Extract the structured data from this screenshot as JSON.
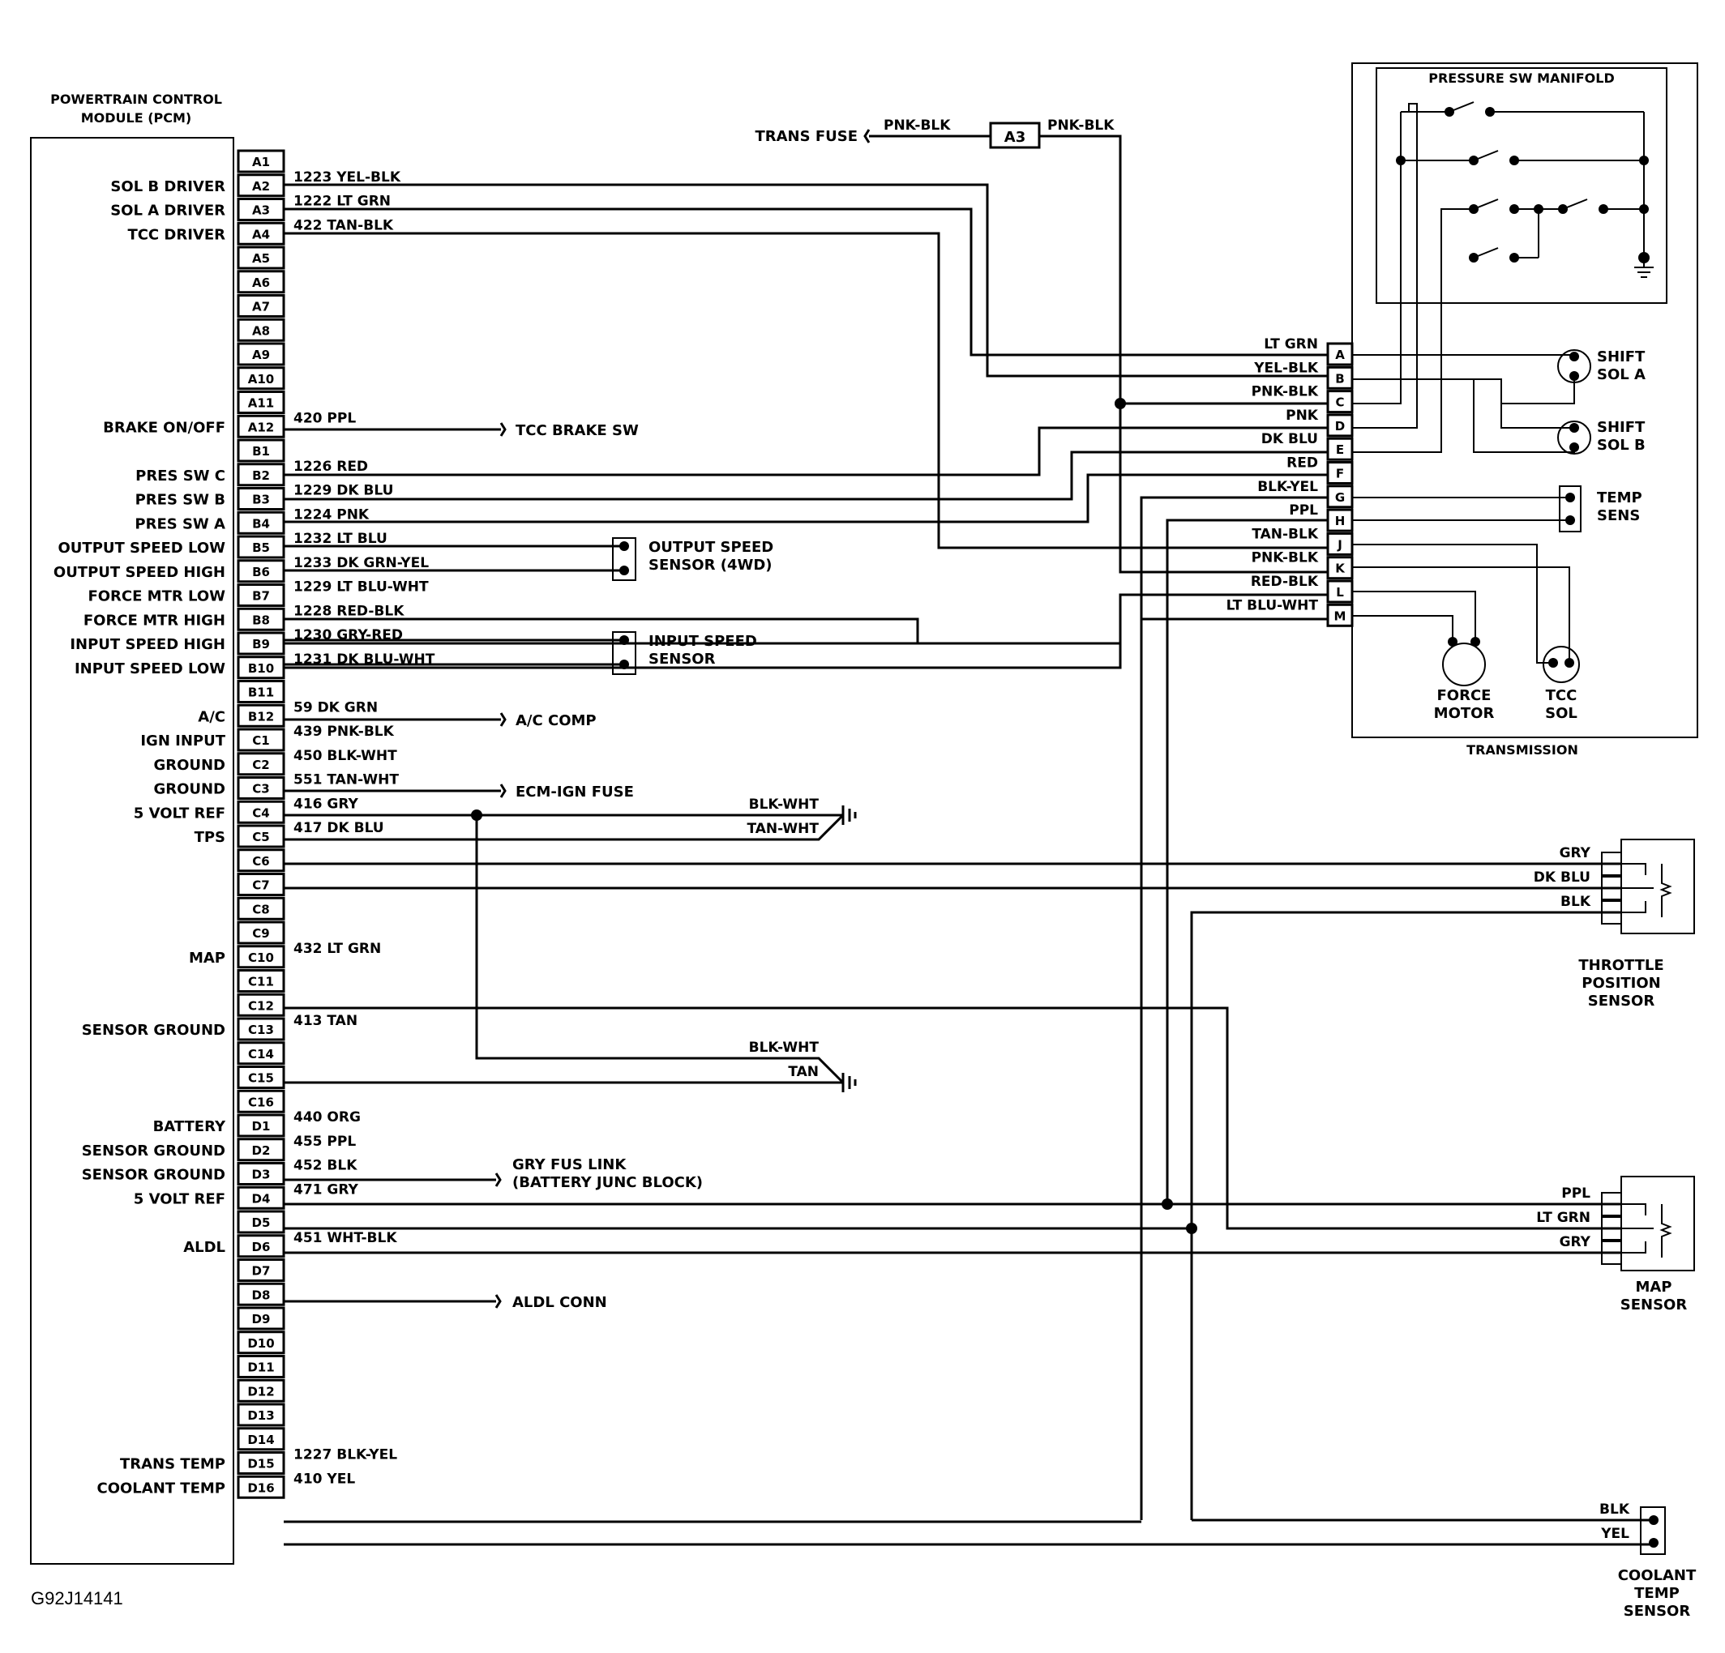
{
  "pcm": {
    "title_line1": "POWERTRAIN CONTROL",
    "title_line2": "MODULE (PCM)",
    "pins": [
      "A1",
      "A2",
      "A3",
      "A4",
      "A5",
      "A6",
      "A7",
      "A8",
      "A9",
      "A10",
      "A11",
      "A12",
      "B1",
      "B2",
      "B3",
      "B4",
      "B5",
      "B6",
      "B7",
      "B8",
      "B9",
      "B10",
      "B11",
      "B12",
      "C1",
      "C2",
      "C3",
      "C4",
      "C5",
      "C6",
      "C7",
      "C8",
      "C9",
      "C10",
      "C11",
      "C12",
      "C13",
      "C14",
      "C15",
      "C16",
      "D1",
      "D2",
      "D3",
      "D4",
      "D5",
      "D6",
      "D7",
      "D8",
      "D9",
      "D10",
      "D11",
      "D12",
      "D13",
      "D14",
      "D15",
      "D16"
    ],
    "functions": [
      {
        "pin": "A2",
        "text": "SOL B DRIVER"
      },
      {
        "pin": "A3",
        "text": "SOL A DRIVER"
      },
      {
        "pin": "A4",
        "text": "TCC DRIVER"
      },
      {
        "pin": "A12",
        "text": "BRAKE ON/OFF"
      },
      {
        "pin": "B2",
        "text": "PRES SW C"
      },
      {
        "pin": "B3",
        "text": "PRES SW B"
      },
      {
        "pin": "B4",
        "text": "PRES SW A"
      },
      {
        "pin": "B5",
        "text": "OUTPUT SPEED LOW"
      },
      {
        "pin": "B6",
        "text": "OUTPUT SPEED HIGH"
      },
      {
        "pin": "B7",
        "text": "FORCE MTR LOW"
      },
      {
        "pin": "B8",
        "text": "FORCE MTR HIGH"
      },
      {
        "pin": "B9",
        "text": "INPUT SPEED HIGH"
      },
      {
        "pin": "B10",
        "text": "INPUT SPEED LOW"
      },
      {
        "pin": "B12",
        "text": "A/C"
      },
      {
        "pin": "C1",
        "text": "IGN INPUT"
      },
      {
        "pin": "C2",
        "text": "GROUND"
      },
      {
        "pin": "C3",
        "text": "GROUND"
      },
      {
        "pin": "C4",
        "text": "5 VOLT REF"
      },
      {
        "pin": "C5",
        "text": "TPS"
      },
      {
        "pin": "C10",
        "text": "MAP"
      },
      {
        "pin": "C13",
        "text": "SENSOR GROUND"
      },
      {
        "pin": "D1",
        "text": "BATTERY"
      },
      {
        "pin": "D2",
        "text": "SENSOR GROUND"
      },
      {
        "pin": "D3",
        "text": "SENSOR GROUND"
      },
      {
        "pin": "D4",
        "text": "5 VOLT REF"
      },
      {
        "pin": "D6",
        "text": "ALDL"
      },
      {
        "pin": "D15",
        "text": "TRANS TEMP"
      },
      {
        "pin": "D16",
        "text": "COOLANT TEMP"
      }
    ],
    "wire_labels": [
      {
        "pin": "A2",
        "text": "1223 YEL-BLK"
      },
      {
        "pin": "A3",
        "text": "1222 LT GRN"
      },
      {
        "pin": "A4",
        "text": "422 TAN-BLK"
      },
      {
        "pin": "A12",
        "text": "420 PPL"
      },
      {
        "pin": "B2",
        "text": "1226 RED"
      },
      {
        "pin": "B3",
        "text": "1229 DK BLU"
      },
      {
        "pin": "B4",
        "text": "1224 PNK"
      },
      {
        "pin": "B5",
        "text": "1232 LT BLU"
      },
      {
        "pin": "B6",
        "text": "1233 DK GRN-YEL"
      },
      {
        "pin": "B7",
        "text": "1229 LT BLU-WHT"
      },
      {
        "pin": "B8",
        "text": "1228 RED-BLK"
      },
      {
        "pin": "B9",
        "text": "1230 GRY-RED"
      },
      {
        "pin": "B10",
        "text": "1231 DK BLU-WHT"
      },
      {
        "pin": "B12",
        "text": "59 DK GRN"
      },
      {
        "pin": "C1",
        "text": "439 PNK-BLK"
      },
      {
        "pin": "C2",
        "text": "450 BLK-WHT"
      },
      {
        "pin": "C3",
        "text": "551 TAN-WHT"
      },
      {
        "pin": "C4",
        "text": "416 GRY"
      },
      {
        "pin": "C5",
        "text": "417 DK BLU"
      },
      {
        "pin": "C10",
        "text": "432 LT GRN"
      },
      {
        "pin": "C13",
        "text": "413 TAN"
      },
      {
        "pin": "D1",
        "text": "440 ORG"
      },
      {
        "pin": "D2",
        "text": "455 PPL"
      },
      {
        "pin": "D3",
        "text": "452 BLK"
      },
      {
        "pin": "D4",
        "text": "471 GRY"
      },
      {
        "pin": "D6",
        "text": "451 WHT-BLK"
      },
      {
        "pin": "D15",
        "text": "1227 BLK-YEL"
      },
      {
        "pin": "D16",
        "text": "410 YEL"
      }
    ]
  },
  "destinations": {
    "tcc_brake_sw": "TCC BRAKE SW",
    "ac_comp": "A/C COMP",
    "ecm_ign_fuse": "ECM-IGN FUSE",
    "gry_fus_link_1": "GRY FUS LINK",
    "gry_fus_link_2": "(BATTERY JUNC BLOCK)",
    "aldl_conn": "ALDL CONN",
    "output_speed_1": "OUTPUT SPEED",
    "output_speed_2": "SENSOR (4WD)",
    "input_speed_1": "INPUT SPEED",
    "input_speed_2": "SENSOR",
    "gnd1_a": "BLK-WHT",
    "gnd1_b": "TAN-WHT",
    "gnd2_a": "BLK-WHT",
    "gnd2_b": "TAN"
  },
  "trans_fuse": {
    "label": "TRANS FUSE",
    "wire_in": "PNK-BLK",
    "fuse": "A3",
    "wire_out": "PNK-BLK"
  },
  "transmission": {
    "title": "TRANSMISSION",
    "manifold": "PRESSURE SW MANIFOLD",
    "pins": [
      "A",
      "B",
      "C",
      "D",
      "E",
      "F",
      "G",
      "H",
      "J",
      "K",
      "L",
      "M"
    ],
    "wires": [
      "LT GRN",
      "YEL-BLK",
      "PNK-BLK",
      "PNK",
      "DK BLU",
      "RED",
      "BLK-YEL",
      "PPL",
      "TAN-BLK",
      "PNK-BLK",
      "RED-BLK",
      "LT BLU-WHT"
    ],
    "shift_sol_a_1": "SHIFT",
    "shift_sol_a_2": "SOL A",
    "shift_sol_b_1": "SHIFT",
    "shift_sol_b_2": "SOL B",
    "temp_sens_1": "TEMP",
    "temp_sens_2": "SENS",
    "force_motor_1": "FORCE",
    "force_motor_2": "MOTOR",
    "tcc_sol_1": "TCC",
    "tcc_sol_2": "SOL"
  },
  "tps": {
    "wires": [
      "GRY",
      "DK BLU",
      "BLK"
    ],
    "name1": "THROTTLE",
    "name2": "POSITION",
    "name3": "SENSOR"
  },
  "map": {
    "wires": [
      "PPL",
      "LT GRN",
      "GRY"
    ],
    "name1": "MAP",
    "name2": "SENSOR"
  },
  "coolant": {
    "wires": [
      "BLK",
      "YEL"
    ],
    "name1": "COOLANT",
    "name2": "TEMP",
    "name3": "SENSOR"
  },
  "figure_id": "G92J14141"
}
